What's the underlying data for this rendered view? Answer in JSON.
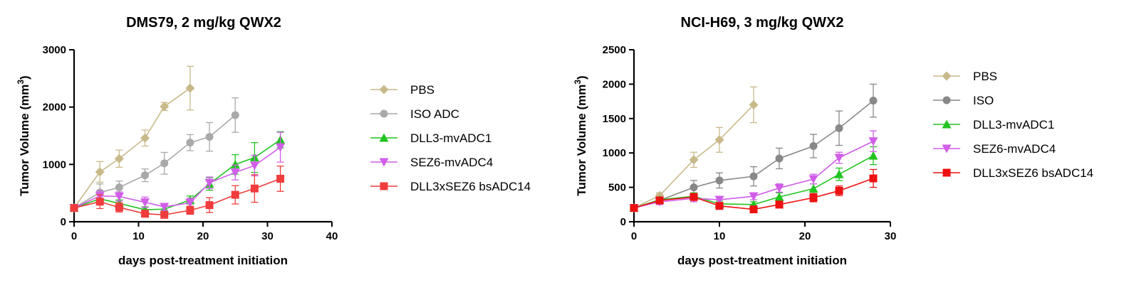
{
  "chart_data": [
    {
      "type": "line",
      "title": "DMS79, 2 mg/kg QWX2",
      "xlabel": "days post-treatment initiation",
      "ylabel": "Tumor Volume (mm",
      "ylabel_sup": "3",
      "ylabel_close": ")",
      "xlim": [
        0,
        40
      ],
      "ylim": [
        0,
        3000
      ],
      "xticks": [
        "0",
        "10",
        "20",
        "30",
        "40"
      ],
      "yticks": [
        "0",
        "1000",
        "2000",
        "3000"
      ],
      "grid": false,
      "legend": "right",
      "series": [
        {
          "name": "PBS",
          "color": "#c8b98a",
          "marker": "diamond",
          "x": [
            0,
            4,
            7,
            11,
            14,
            18
          ],
          "y": [
            240,
            870,
            1100,
            1460,
            2010,
            2330
          ],
          "err": [
            40,
            180,
            150,
            140,
            70,
            380
          ]
        },
        {
          "name": "ISO ADC",
          "color": "#a9a9a9",
          "marker": "circle",
          "x": [
            0,
            4,
            7,
            11,
            14,
            18,
            21,
            25
          ],
          "y": [
            240,
            510,
            600,
            810,
            1020,
            1380,
            1480,
            1860
          ],
          "err": [
            40,
            150,
            110,
            110,
            190,
            140,
            250,
            300
          ]
        },
        {
          "name": "DLL3-mvADC1",
          "color": "#22c422",
          "marker": "triangle-up",
          "x": [
            0,
            4,
            7,
            11,
            14,
            18,
            21,
            25,
            28,
            32
          ],
          "y": [
            240,
            400,
            320,
            210,
            220,
            380,
            660,
            1000,
            1120,
            1430
          ],
          "err": [
            40,
            80,
            60,
            50,
            50,
            70,
            110,
            170,
            260,
            140
          ]
        },
        {
          "name": "SEZ6-mvADC4",
          "color": "#d05ee8",
          "marker": "triangle-down",
          "x": [
            0,
            4,
            7,
            11,
            14,
            18,
            21,
            25,
            28,
            32
          ],
          "y": [
            240,
            450,
            440,
            340,
            260,
            330,
            680,
            860,
            980,
            1300
          ],
          "err": [
            40,
            90,
            80,
            90,
            60,
            80,
            100,
            130,
            180,
            260
          ]
        },
        {
          "name": "DLL3xSEZ6 bsADC14",
          "color": "#f03c3c",
          "marker": "square",
          "x": [
            0,
            4,
            7,
            11,
            14,
            18,
            21,
            25,
            28,
            32
          ],
          "y": [
            240,
            350,
            250,
            140,
            120,
            200,
            290,
            470,
            580,
            750
          ],
          "err": [
            40,
            120,
            80,
            60,
            50,
            70,
            130,
            160,
            240,
            220
          ]
        }
      ]
    },
    {
      "type": "line",
      "title": "NCI-H69, 3 mg/kg QWX2",
      "xlabel": "days post-treatment initiation",
      "ylabel": "Tumor Volume (mm",
      "ylabel_sup": "3",
      "ylabel_close": ")",
      "xlim": [
        0,
        30
      ],
      "ylim": [
        0,
        2500
      ],
      "xticks": [
        "0",
        "10",
        "20",
        "30"
      ],
      "yticks": [
        "0",
        "500",
        "1000",
        "1500",
        "2000",
        "2500"
      ],
      "grid": false,
      "legend": "right",
      "series": [
        {
          "name": "PBS",
          "color": "#c8b98a",
          "marker": "diamond",
          "x": [
            0,
            3,
            7,
            10,
            14
          ],
          "y": [
            200,
            380,
            900,
            1190,
            1700
          ],
          "err": [
            20,
            40,
            110,
            180,
            260
          ]
        },
        {
          "name": "ISO",
          "color": "#888888",
          "marker": "circle",
          "x": [
            0,
            3,
            7,
            10,
            14,
            17,
            21,
            24,
            28
          ],
          "y": [
            200,
            310,
            500,
            600,
            660,
            920,
            1100,
            1360,
            1760
          ],
          "err": [
            20,
            40,
            100,
            110,
            140,
            150,
            170,
            250,
            240
          ]
        },
        {
          "name": "DLL3-mvADC1",
          "color": "#22c422",
          "marker": "triangle-up",
          "x": [
            0,
            3,
            7,
            10,
            14,
            17,
            21,
            24,
            28
          ],
          "y": [
            200,
            320,
            370,
            260,
            250,
            360,
            480,
            690,
            960
          ],
          "err": [
            20,
            40,
            50,
            40,
            40,
            60,
            70,
            90,
            130
          ]
        },
        {
          "name": "SEZ6-mvADC4",
          "color": "#d05ee8",
          "marker": "triangle-down",
          "x": [
            0,
            3,
            7,
            10,
            14,
            17,
            21,
            24,
            28
          ],
          "y": [
            200,
            290,
            340,
            320,
            370,
            490,
            620,
            930,
            1170
          ],
          "err": [
            20,
            40,
            50,
            50,
            50,
            60,
            70,
            80,
            150
          ]
        },
        {
          "name": "DLL3xSEZ6 bsADC14",
          "color": "#ee1111",
          "marker": "square",
          "x": [
            0,
            3,
            7,
            10,
            14,
            17,
            21,
            24,
            28
          ],
          "y": [
            200,
            310,
            360,
            230,
            180,
            250,
            350,
            450,
            630
          ],
          "err": [
            20,
            40,
            50,
            40,
            40,
            50,
            60,
            70,
            130
          ]
        }
      ]
    }
  ]
}
